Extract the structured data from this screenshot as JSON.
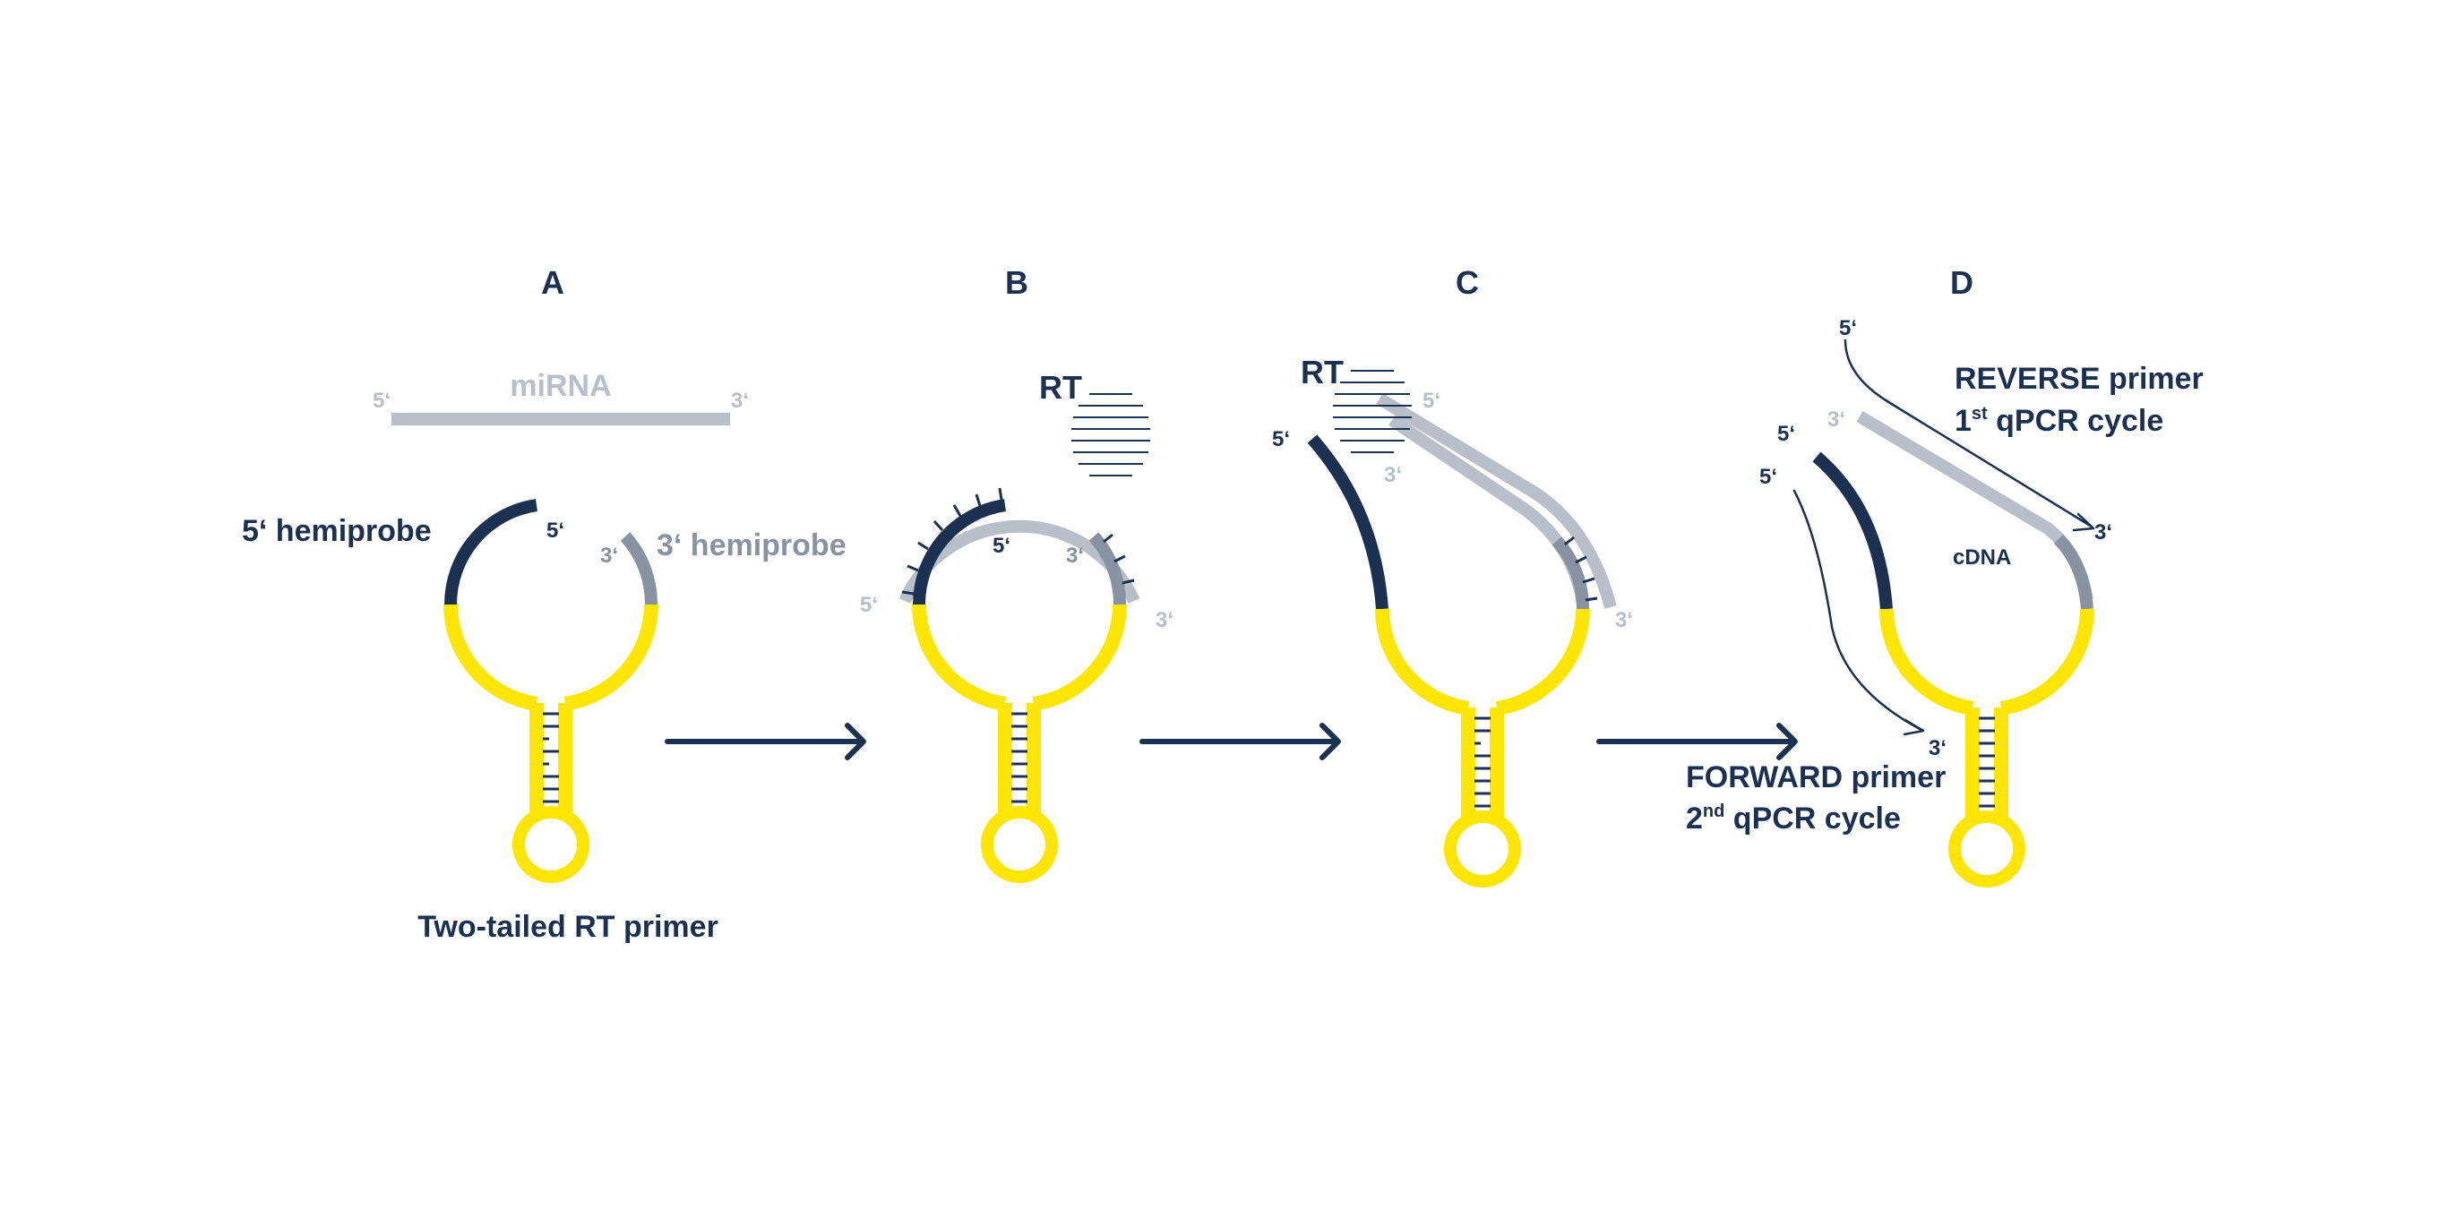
{
  "panels": {
    "a": {
      "letter": "A",
      "mirna_label": "miRNA",
      "mirna_five": "5‘",
      "mirna_three": "3‘",
      "hemi5_label": "5‘ hemiprobe",
      "hemi5_end": "5‘",
      "hemi3_end": "3‘",
      "hemi3_label": "3‘ hemiprobe",
      "primer_label": "Two-tailed RT primer"
    },
    "b": {
      "letter": "B",
      "rt_label": "RT",
      "five_inner": "5‘",
      "three_inner": "3‘",
      "five_outer": "5‘",
      "three_outer": "3‘"
    },
    "c": {
      "letter": "C",
      "rt_label": "RT",
      "five_navy": "5‘",
      "five_gray": "5‘",
      "three_gray": "3‘",
      "three_outer": "3‘"
    },
    "d": {
      "letter": "D",
      "reverse_five": "5‘",
      "reverse_label_1": "REVERSE primer",
      "reverse_label_2a": "1",
      "reverse_label_2sup": "st",
      "reverse_label_2b": " qPCR cycle",
      "gray_three": "3‘",
      "navy_five": "5‘",
      "forward_five": "5‘",
      "cdna_label": "cDNA",
      "reverse_three": "3‘",
      "forward_three": "3‘",
      "forward_label_1": "FORWARD primer",
      "forward_label_2a": "2",
      "forward_label_2sup": "nd",
      "forward_label_2b": " qPCR cycle"
    }
  },
  "colors": {
    "navy": "#1c3151",
    "light_gray": "#b9bfc8",
    "mid_gray": "#8892a0",
    "yellow": "#ffe600"
  }
}
